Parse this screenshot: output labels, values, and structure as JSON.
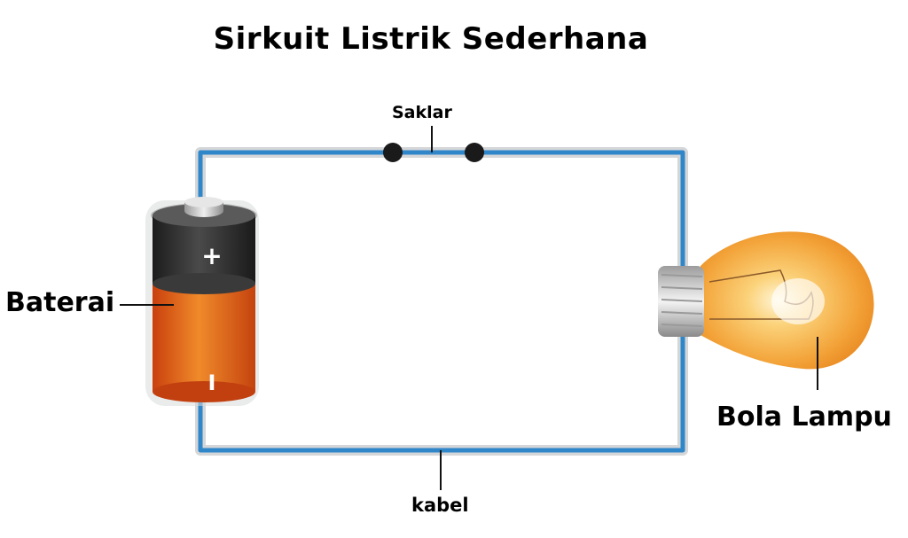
{
  "title": "Sirkuit Listrik Sederhana",
  "labels": {
    "switch": "Saklar",
    "battery": "Baterai",
    "bulb": "Bola Lampu",
    "cable": "kabel"
  },
  "battery_terminals": {
    "positive": "+",
    "negative": "I"
  },
  "colors": {
    "wire": "#2f86c9",
    "battery_top": "#2b2b2b",
    "battery_body": "#e8661a",
    "bulb_glass": "#f5a623"
  }
}
